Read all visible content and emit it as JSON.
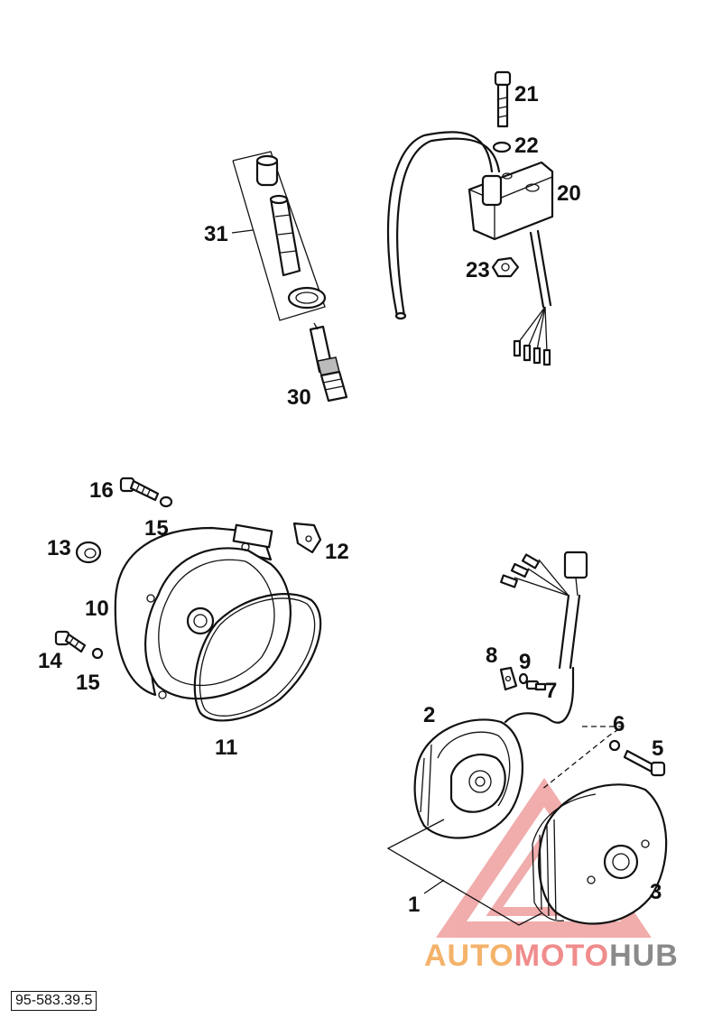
{
  "diagram": {
    "labels": {
      "p1": "1",
      "p2": "2",
      "p3": "3",
      "p5": "5",
      "p6": "6",
      "p7": "7",
      "p8": "8",
      "p9": "9",
      "p10": "10",
      "p11": "11",
      "p12": "12",
      "p13": "13",
      "p14": "14",
      "p15a": "15",
      "p15b": "15",
      "p16": "16",
      "p20": "20",
      "p21": "21",
      "p22": "22",
      "p23": "23",
      "p30": "30",
      "p31": "31"
    },
    "reference_code": "95-583.39.5"
  },
  "watermark": {
    "part1": "AUTO",
    "part2": "MOTO",
    "part3": "HUB",
    "colors": {
      "orange": "#f4b26a",
      "red": "#f08c8c",
      "gray": "#8a8a8a"
    }
  }
}
